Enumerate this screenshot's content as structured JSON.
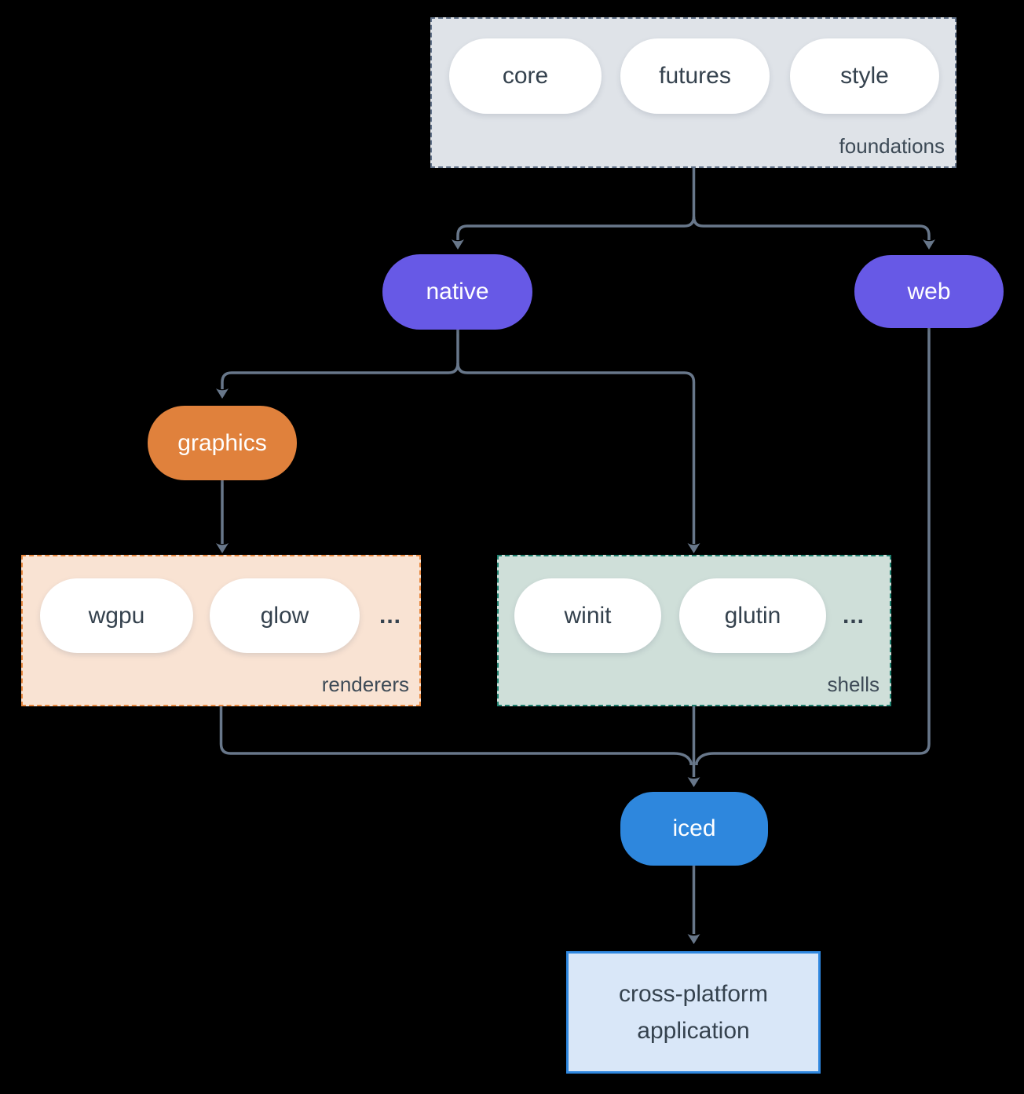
{
  "colors": {
    "background": "#000000",
    "connector": "#68778a",
    "foundations_fill": "#dfe3e8",
    "foundations_border": "#64748b",
    "pill_fill": "#ffffff",
    "pill_text": "#35424e",
    "label_text": "#3d4a56",
    "purple": "#6759e6",
    "orange": "#e0813c",
    "renderers_fill": "#f9e3d3",
    "renderers_border": "#e8883f",
    "shells_fill": "#cfdfd9",
    "shells_border": "#1f7f6e",
    "blue": "#2e87dd",
    "app_fill": "#d9e7f8",
    "app_border": "#2f87df",
    "node_text": "#ffffff"
  },
  "foundations": {
    "label": "foundations",
    "pills": [
      "core",
      "futures",
      "style"
    ]
  },
  "native": {
    "label": "native"
  },
  "web": {
    "label": "web"
  },
  "graphics": {
    "label": "graphics"
  },
  "renderers": {
    "label": "renderers",
    "pills": [
      "wgpu",
      "glow"
    ],
    "more": "..."
  },
  "shells": {
    "label": "shells",
    "pills": [
      "winit",
      "glutin"
    ],
    "more": "..."
  },
  "iced": {
    "label": "iced"
  },
  "app": {
    "lines": [
      "cross-platform",
      "application"
    ]
  }
}
